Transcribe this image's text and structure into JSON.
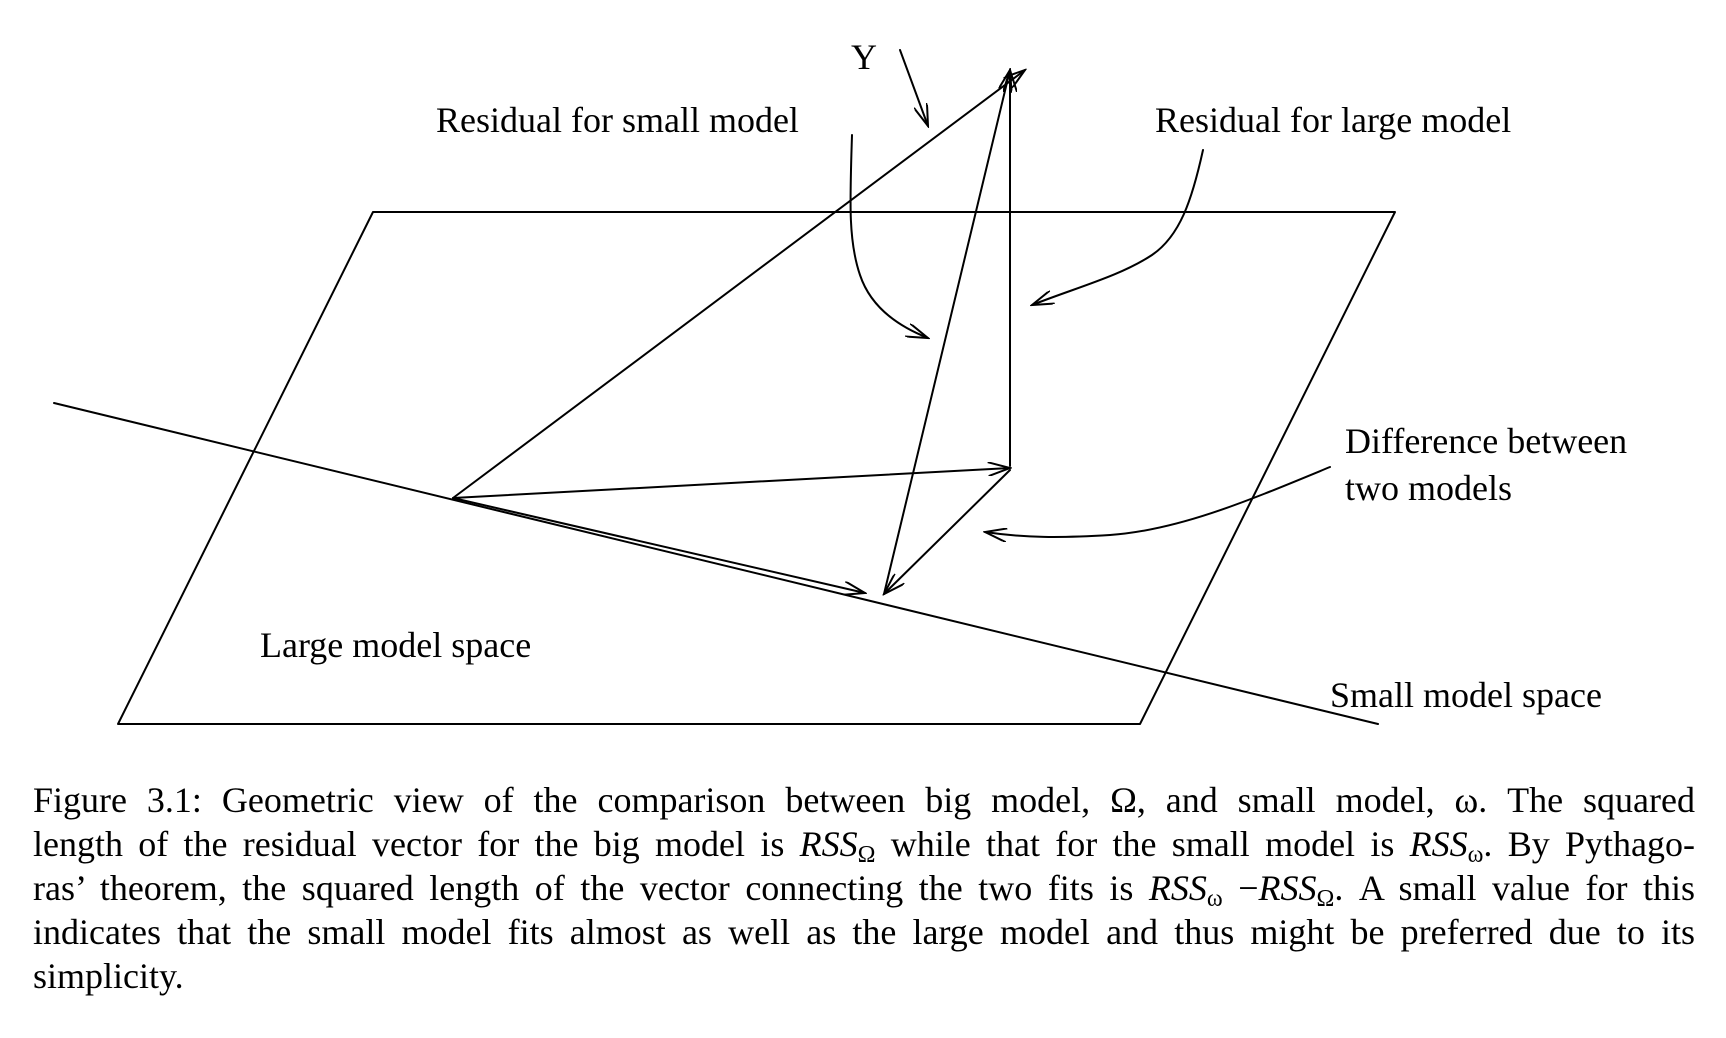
{
  "diagram": {
    "label_y": "Y",
    "label_residual_small": "Residual for small  model",
    "label_residual_large": "Residual for large model",
    "label_difference_line1": "Difference between",
    "label_difference_line2": "two models",
    "label_large_space": "Large model space",
    "label_small_space": "Small model space"
  },
  "caption": {
    "line1_a": "Figure 3.1: Geometric view of the comparison between big model, Ω, and small model, ω.  The squared",
    "line2_a": "length of the residual vector for the big model is ",
    "line2_rss1": "RSS",
    "line2_sub1": "Ω",
    "line2_b": " while that for the small model is ",
    "line2_rss2": "RSS",
    "line2_sub2": "ω",
    "line2_c": ". By Pythago-",
    "line3_a": "ras’ theorem, the squared length of the vector connecting the two fits is ",
    "line3_rss1": "RSS",
    "line3_sub1": "ω",
    "line3_minus": " −",
    "line3_rss2": "RSS",
    "line3_sub2": "Ω",
    "line3_b": ". A small value for this",
    "line4": "indicates that the small model fits almost as well as the large model and thus might be preferred due to its",
    "line5": "simplicity."
  }
}
